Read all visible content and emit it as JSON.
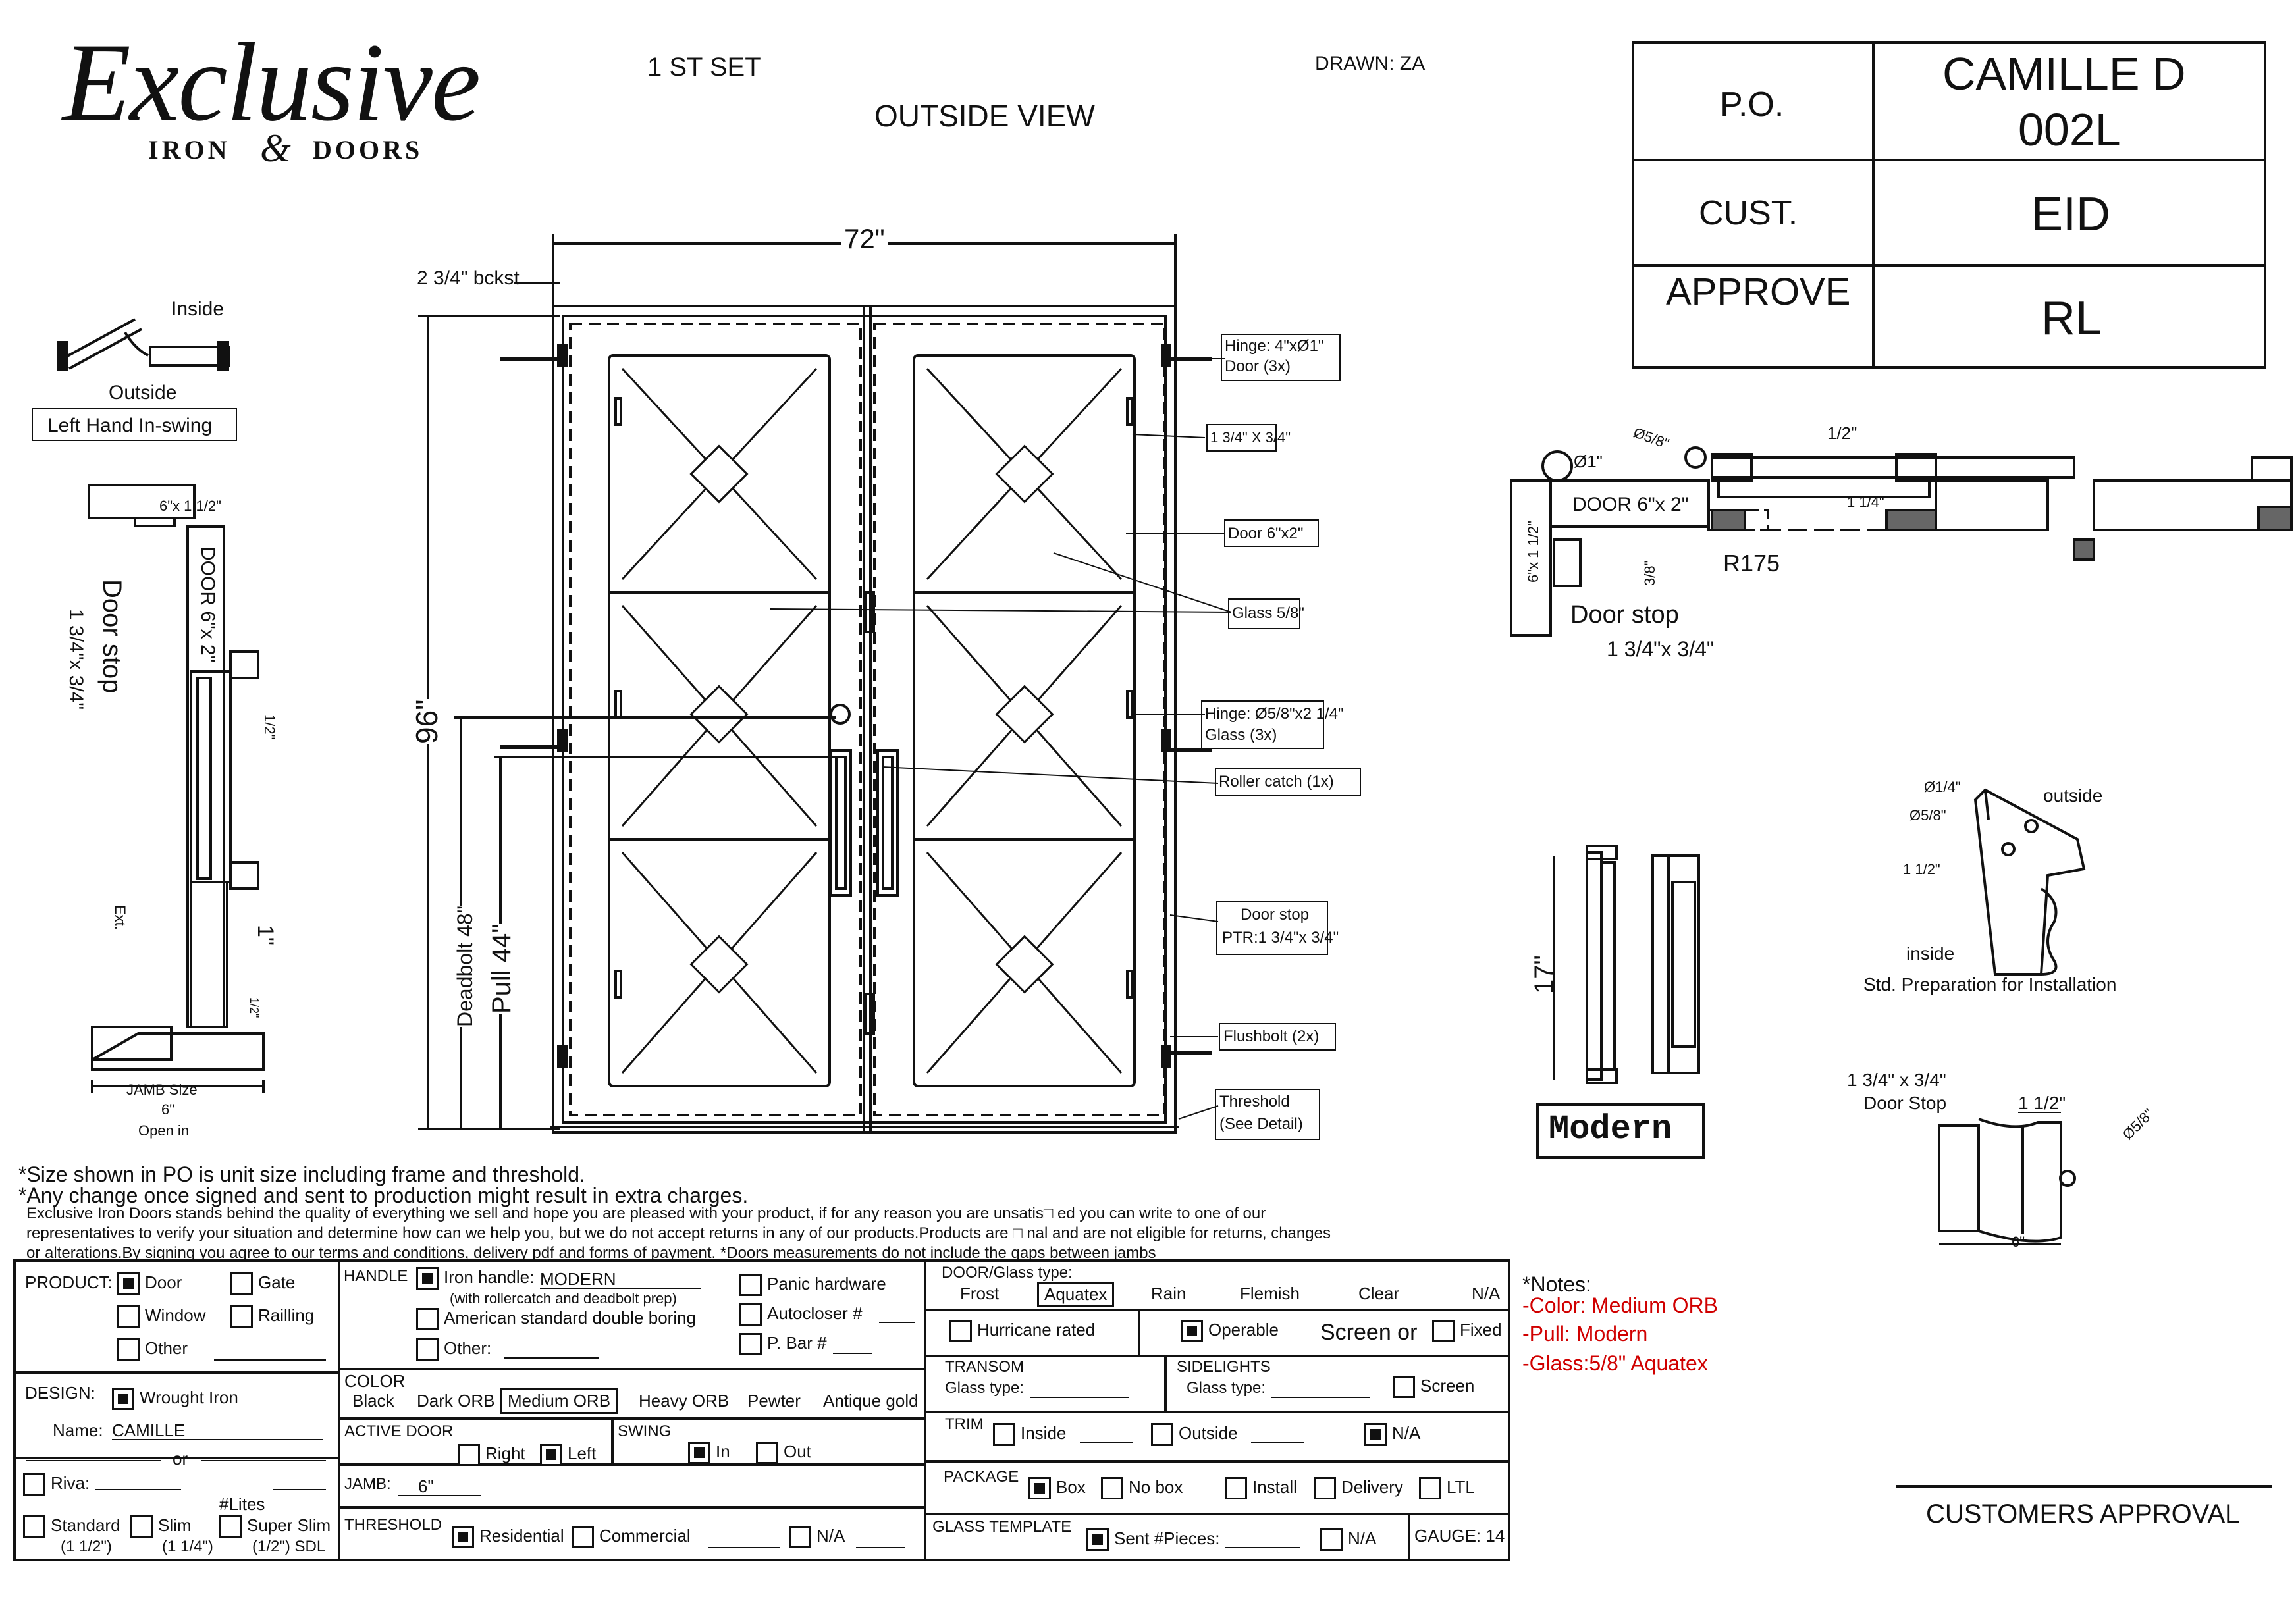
{
  "brand": {
    "name": "Exclusive",
    "sub_left": "IRON",
    "sub_right": "DOORS"
  },
  "header": {
    "set": "1 ST SET",
    "view": "OUTSIDE VIEW",
    "drawn": "DRAWN: ZA"
  },
  "po_table": {
    "po_label": "P.O.",
    "po_line1": "CAMILLE D",
    "po_line2": "002L",
    "cust_label": "CUST.",
    "cust_value": "EID",
    "approve_label": "APPROVE",
    "approve_value": "RL"
  },
  "swing": {
    "inside": "Inside",
    "outside": "Outside",
    "hand": "Left Hand In-swing"
  },
  "section": {
    "top": "6\"x 1 1/2\"",
    "door": "DOOR 6\"x 2\"",
    "stop_a": "Door stop",
    "stop_b": "1 3/4\"x 3/4\"",
    "half": "1/2\"",
    "one": "1\"",
    "ext": "Ext.",
    "jamb": "JAMB Size",
    "jamb_v": "6\"",
    "open": "Open in",
    "small": "1/2\""
  },
  "elevation": {
    "width": "72\"",
    "height": "96\"",
    "bckst": "2 3/4\" bckst.",
    "deadbolt": "Deadbolt 48\"",
    "pull": "Pull 44\""
  },
  "callouts": {
    "hinge_door_1": "Hinge: 4\"xØ1\"",
    "hinge_door_2": "Door (3x)",
    "bar": "1 3/4\" X 3/4\"",
    "door_size": "Door 6\"x2\"",
    "glass": "Glass 5/8\"",
    "hinge_glass_1": "Hinge: Ø5/8\"x2 1/4\"",
    "hinge_glass_2": "Glass (3x)",
    "roller": "Roller catch  (1x)",
    "stop_1": "Door stop",
    "stop_2": "PTR:1 3/4\"x 3/4\"",
    "flush": "Flushbolt (2x)",
    "thr_1": "Threshold",
    "thr_2": "(See Detail)"
  },
  "plan": {
    "d58": "Ø5/8\"",
    "d1": "Ø1\"",
    "half": "1/2\"",
    "door": "DOOR 6\"x 2\"",
    "q": "1 1/4\"",
    "r": "R175",
    "side": "6\"x 1 1/2\"",
    "tf": "3/8\"",
    "stop": "Door stop",
    "stop_sz": "1 3/4\"x 3/4\""
  },
  "handle": {
    "h": "17\"",
    "label": "Modern"
  },
  "prep": {
    "d14": "Ø1/4\"",
    "d58": "Ø5/8\"",
    "s": "1 1/2\"",
    "outside": "outside",
    "inside": "inside",
    "caption": "Std. Preparation for Installation"
  },
  "stopdet": {
    "a": "1 3/4\" x 3/4\"",
    "b": "Door Stop",
    "c": "1 1/2\"",
    "d": "Ø5/8\"",
    "e": "6\""
  },
  "notes_text": {
    "n1": "*Size shown in PO is unit size including frame and threshold.",
    "n2": "*Any change once signed and sent to production might result in extra charges.",
    "p1": "Exclusive Iron Doors stands behind the quality of everything we sell and hope you are pleased with your product, if for any reason you are unsatis□ ed you can write to one of our",
    "p2": "representatives to verify your situation and determine how can we help you, but we do not accept returns in any of our products.Products are □ nal and are not eligible for returns, changes",
    "p3": "or alterations.By signing you agree to our terms and conditions, delivery pdf and forms of payment. *Doors measurements do not include the gaps between jambs"
  },
  "form": {
    "product": "PRODUCT:",
    "door": "Door",
    "gate": "Gate",
    "window": "Window",
    "railing": "Railling",
    "other": "Other",
    "design": "DESIGN:",
    "wrought": "Wrought Iron",
    "name_l": "Name:",
    "name_v": "CAMILLE",
    "or": "or",
    "riva": "Riva:",
    "lites": "#Lites",
    "standard": "Standard",
    "standard_s": "(1 1/2\")",
    "slim": "Slim",
    "slim_s": "(1 1/4\")",
    "super": "Super Slim",
    "super_s": "(1/2\") SDL",
    "handle": "HANDLE",
    "iron_handle": "Iron handle:",
    "iron_handle_v": "MODERN",
    "roller_prep": "(with rollercatch and deadbolt prep)",
    "american": "American standard double boring",
    "other2": "Other:",
    "panic": "Panic hardware",
    "autocloser": "Autocloser #",
    "pbar": "P. Bar #",
    "color": "COLOR",
    "black": "Black",
    "dark": "Dark ORB",
    "medium": "Medium ORB",
    "heavy": "Heavy ORB",
    "pewter": "Pewter",
    "antique": "Antique gold",
    "active": "ACTIVE DOOR",
    "right": "Right",
    "left": "Left",
    "swing": "SWING",
    "in": "In",
    "out": "Out",
    "jamb": "JAMB:",
    "jamb_v": "6\"",
    "threshold": "THRESHOLD",
    "residential": "Residential",
    "commercial": "Commercial",
    "na": "N/A",
    "glass_type": "DOOR/Glass type:",
    "frost": "Frost",
    "aquatex": "Aquatex",
    "rain": "Rain",
    "flemish": "Flemish",
    "clear": "Clear",
    "na2": "N/A",
    "hurricane": "Hurricane rated",
    "operable": "Operable",
    "screen_or": "Screen or",
    "fixed": "Fixed",
    "transom": "TRANSOM",
    "glass_t": "Glass type:",
    "sidelights": "SIDELIGHTS",
    "glass_t2": "Glass type:",
    "screen": "Screen",
    "trim": "TRIM",
    "inside": "Inside",
    "outside": "Outside",
    "na3": "N/A",
    "package": "PACKAGE",
    "box": "Box",
    "nobox": "No box",
    "install": "Install",
    "delivery": "Delivery",
    "ltl": "LTL",
    "template": "GLASS TEMPLATE",
    "sent": "Sent #Pieces:",
    "na4": "N/A",
    "gauge": "GAUGE: 14"
  },
  "notes": {
    "title": "*Notes:",
    "color": "-Color: Medium ORB",
    "pull": "-Pull: Modern",
    "glass": "-Glass:5/8\"   Aquatex"
  },
  "approval": "CUSTOMERS APPROVAL",
  "colors": {
    "line": "#111111",
    "note_red": "#d00000"
  }
}
